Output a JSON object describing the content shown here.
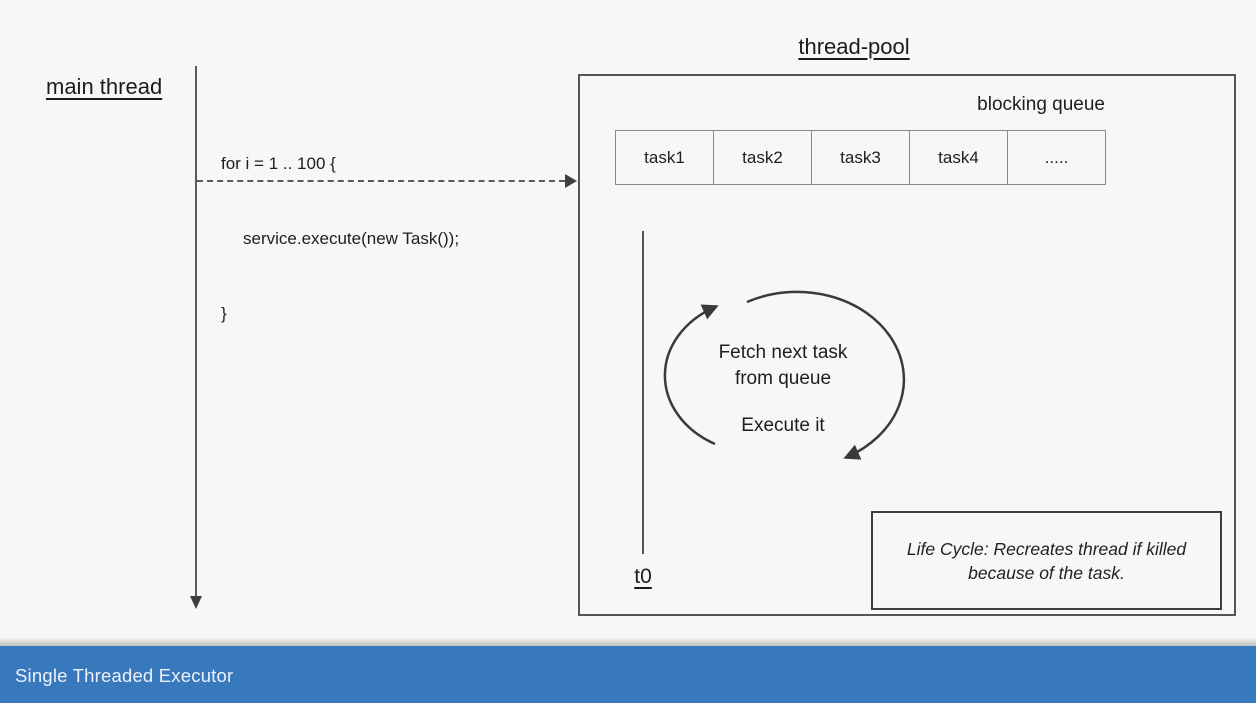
{
  "slide": {
    "main_thread": {
      "label": "main thread",
      "code": {
        "line1": "for i = 1 .. 100 {",
        "line2": "service.execute(new Task());",
        "line3": "}"
      }
    },
    "thread_pool": {
      "title": "thread-pool",
      "blocking_queue_label": "blocking queue",
      "queue_cells": [
        "task1",
        "task2",
        "task3",
        "task4",
        "....."
      ],
      "worker": {
        "cycle_line1": "Fetch next task",
        "cycle_line2": "from queue",
        "cycle_line3": "Execute it",
        "thread_label": "t0"
      },
      "life_cycle_note": {
        "line1": "Life Cycle: Recreates thread if killed",
        "line2": "because of the task."
      }
    },
    "footer": {
      "title": "Single Threaded Executor"
    },
    "colors": {
      "footer_bg": "#3878bd",
      "footer_text": "#edf2fa",
      "line": "#555555",
      "text": "#212121",
      "background": "#f7f7f6"
    }
  }
}
